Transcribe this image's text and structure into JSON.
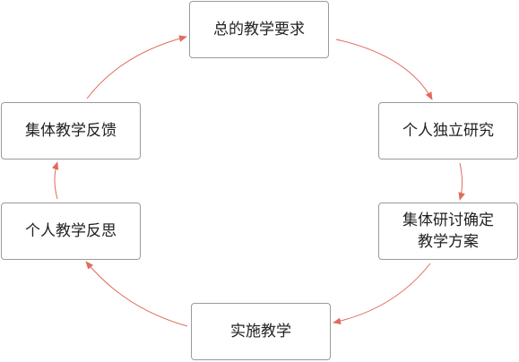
{
  "diagram": {
    "type": "cycle",
    "nodes": [
      {
        "id": "node-1",
        "label": "总的教学要求"
      },
      {
        "id": "node-2",
        "label": "个人独立研究"
      },
      {
        "id": "node-3",
        "label": "集体研讨确定\n教学方案"
      },
      {
        "id": "node-4",
        "label": "实施教学"
      },
      {
        "id": "node-5",
        "label": "个人教学反思"
      },
      {
        "id": "node-6",
        "label": "集体教学反馈"
      }
    ],
    "edges": [
      {
        "from": "node-1",
        "to": "node-2"
      },
      {
        "from": "node-2",
        "to": "node-3"
      },
      {
        "from": "node-3",
        "to": "node-4"
      },
      {
        "from": "node-4",
        "to": "node-5"
      },
      {
        "from": "node-5",
        "to": "node-6"
      },
      {
        "from": "node-6",
        "to": "node-1"
      }
    ],
    "colors": {
      "arrow": "#e06b5d",
      "node_border": "#9a9a9a",
      "node_text": "#222222"
    }
  }
}
